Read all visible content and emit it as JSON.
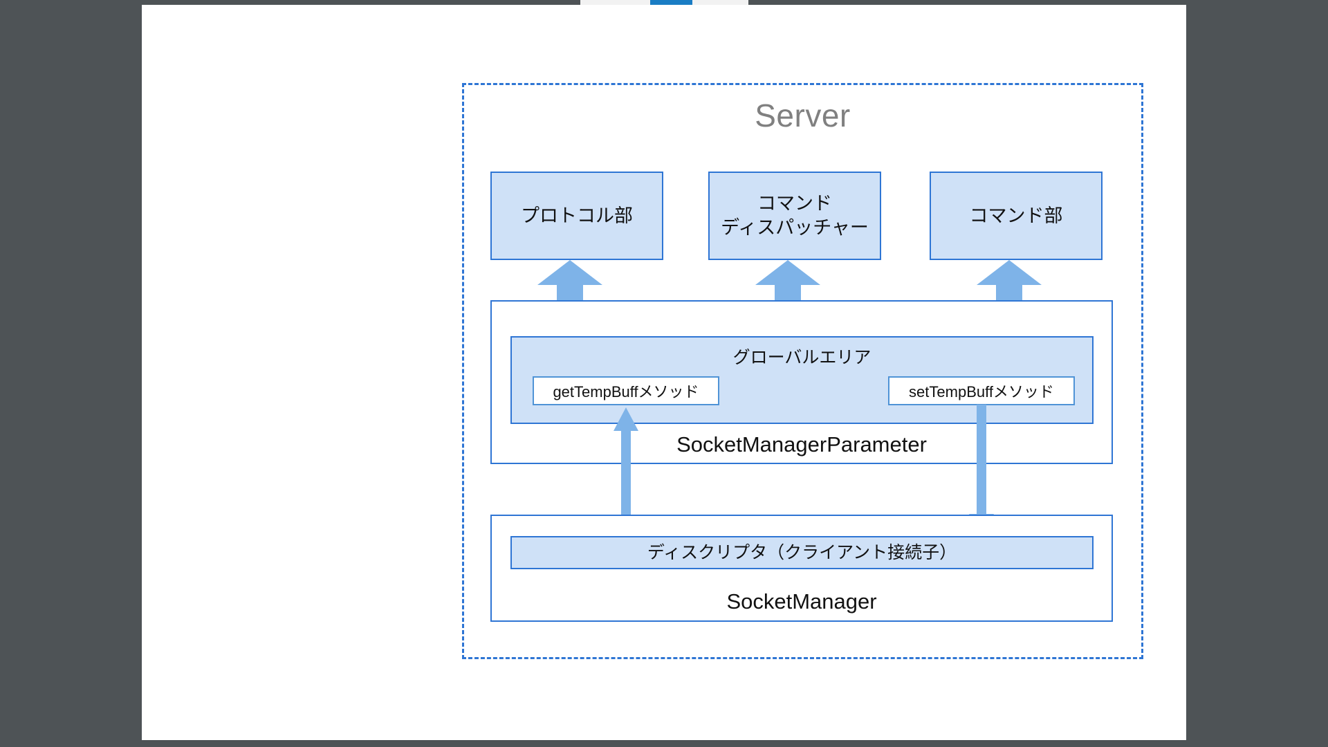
{
  "window": {
    "background_color": "#4e5356",
    "page_background": "#ffffff",
    "chrome_active_tab_color": "#1a7dc4"
  },
  "diagram": {
    "type": "architecture-block-diagram",
    "accent_color": "#2e75d4",
    "fill_color": "#cfe1f7",
    "arrow_color": "#7eb3e8",
    "title_color": "#808080",
    "container": {
      "label": "Server",
      "border_style": "dashed"
    },
    "modules": [
      {
        "id": "protocol",
        "label": "プロトコル部"
      },
      {
        "id": "dispatcher",
        "label_line1": "コマンド",
        "label_line2": "ディスパッチャー"
      },
      {
        "id": "command",
        "label": "コマンド部"
      }
    ],
    "parameter_section": {
      "label": "SocketManagerParameter",
      "global_area": {
        "label": "グローバルエリア",
        "methods": [
          {
            "id": "get-temp-buff",
            "label": "getTempBuffメソッド"
          },
          {
            "id": "set-temp-buff",
            "label": "setTempBuffメソッド"
          }
        ]
      }
    },
    "manager_section": {
      "label": "SocketManager",
      "descriptor": {
        "label": "ディスクリプタ（クライアント接続子）"
      }
    },
    "connections": [
      {
        "id": "protocol-global",
        "type": "double-arrow-vertical"
      },
      {
        "id": "dispatcher-global",
        "type": "double-arrow-vertical"
      },
      {
        "id": "command-global",
        "type": "double-arrow-vertical"
      },
      {
        "id": "descriptor-to-get-temp-buff",
        "type": "arrow-up"
      },
      {
        "id": "set-temp-buff-to-descriptor",
        "type": "arrow-down"
      }
    ]
  }
}
